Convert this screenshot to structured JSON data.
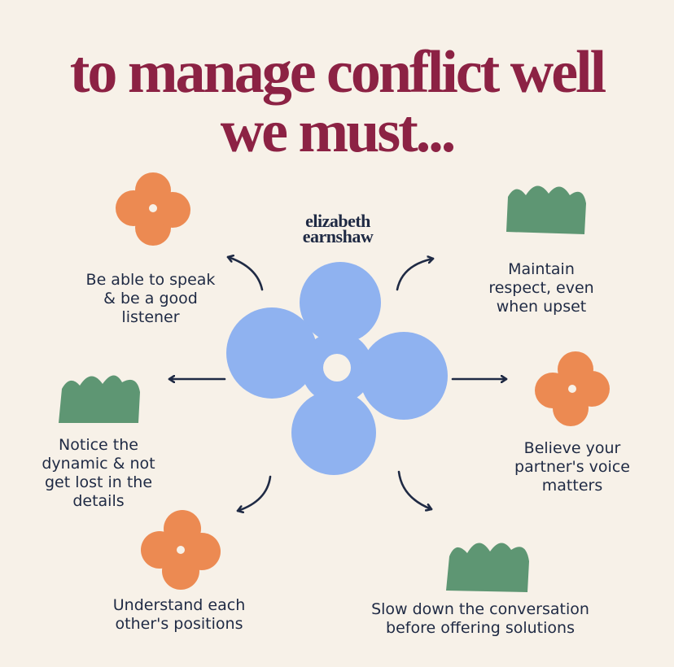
{
  "title": {
    "line1": "to manage conflict well",
    "line2": "we must..."
  },
  "brand": {
    "line1": "elizabeth",
    "line2": "earnshaw"
  },
  "items": [
    {
      "text": "Be able to speak\n& be a good\nlistener",
      "icon": "orange-flower-icon"
    },
    {
      "text": "Maintain\nrespect, even\nwhen upset",
      "icon": "green-bush-icon"
    },
    {
      "text": "Notice the\ndynamic & not\nget lost in the\ndetails",
      "icon": "green-bush-icon"
    },
    {
      "text": "Believe your\npartner's voice\nmatters",
      "icon": "orange-flower-icon"
    },
    {
      "text": "Understand each\nother's positions",
      "icon": "orange-flower-icon"
    },
    {
      "text": "Slow down the conversation\nbefore offering solutions",
      "icon": "green-bush-icon"
    }
  ],
  "colors": {
    "background": "#f7f1e8",
    "title": "#8c2244",
    "text": "#1f2a44",
    "blue_flower": "#8fb2f0",
    "orange": "#ec8a52",
    "green": "#5e9673"
  }
}
